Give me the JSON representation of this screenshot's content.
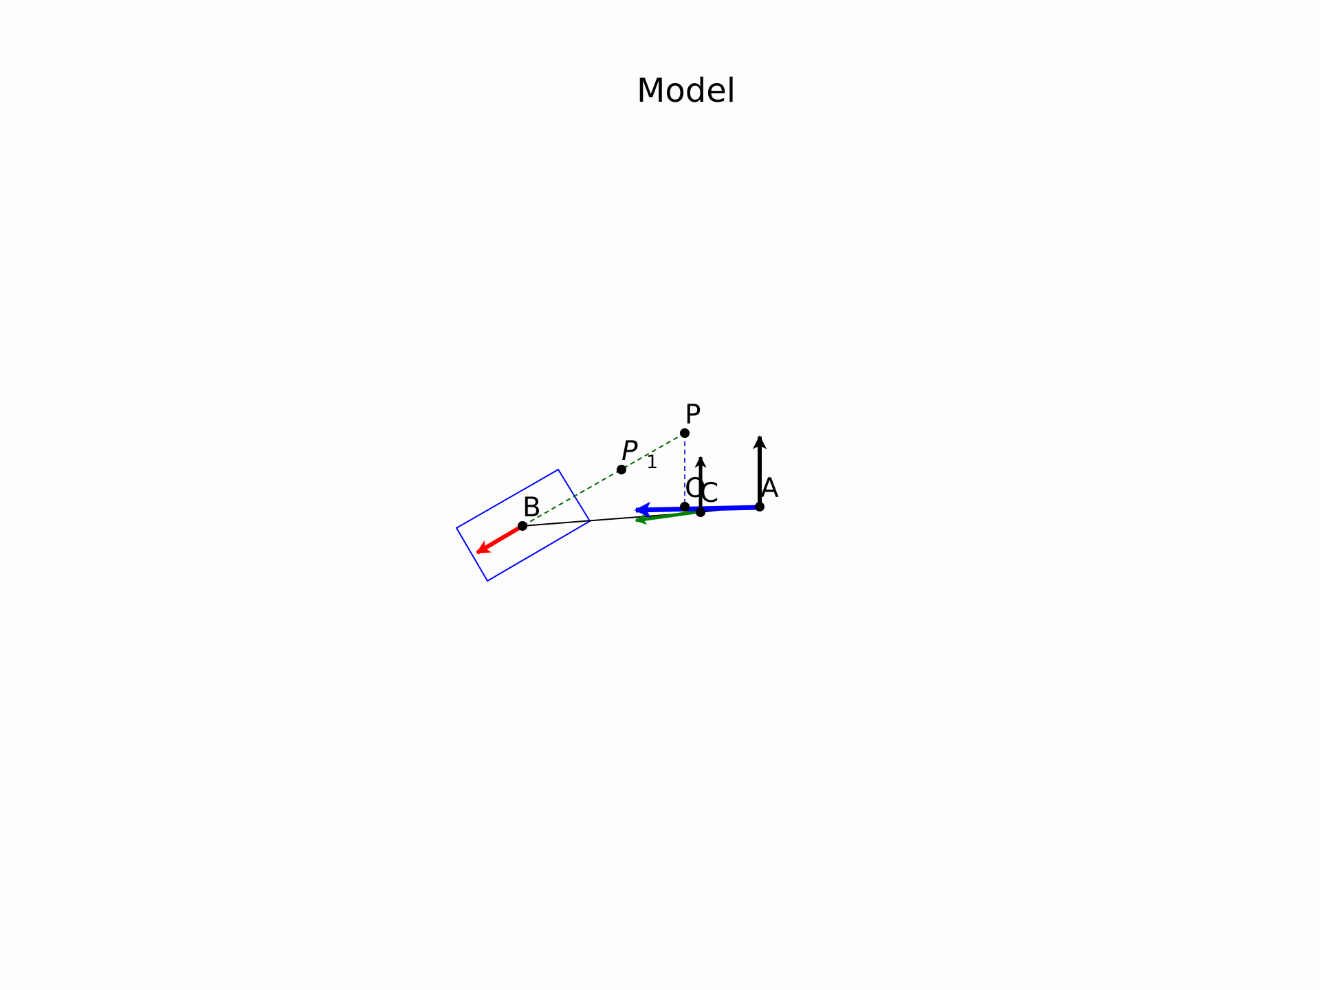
{
  "title": "Model",
  "labels": {
    "A": "A",
    "B": "B",
    "C": "C",
    "O": "O",
    "P": "P",
    "P1_base": "P",
    "P1_sub": "1"
  },
  "colors": {
    "link": "#000000",
    "frame": "#0000ff",
    "projection_green": "#006400",
    "projection_blue": "#0000cc",
    "vector_red": "#ff0000",
    "vector_blue": "#0000ff",
    "vector_green": "#008000",
    "vector_black": "#000000"
  }
}
